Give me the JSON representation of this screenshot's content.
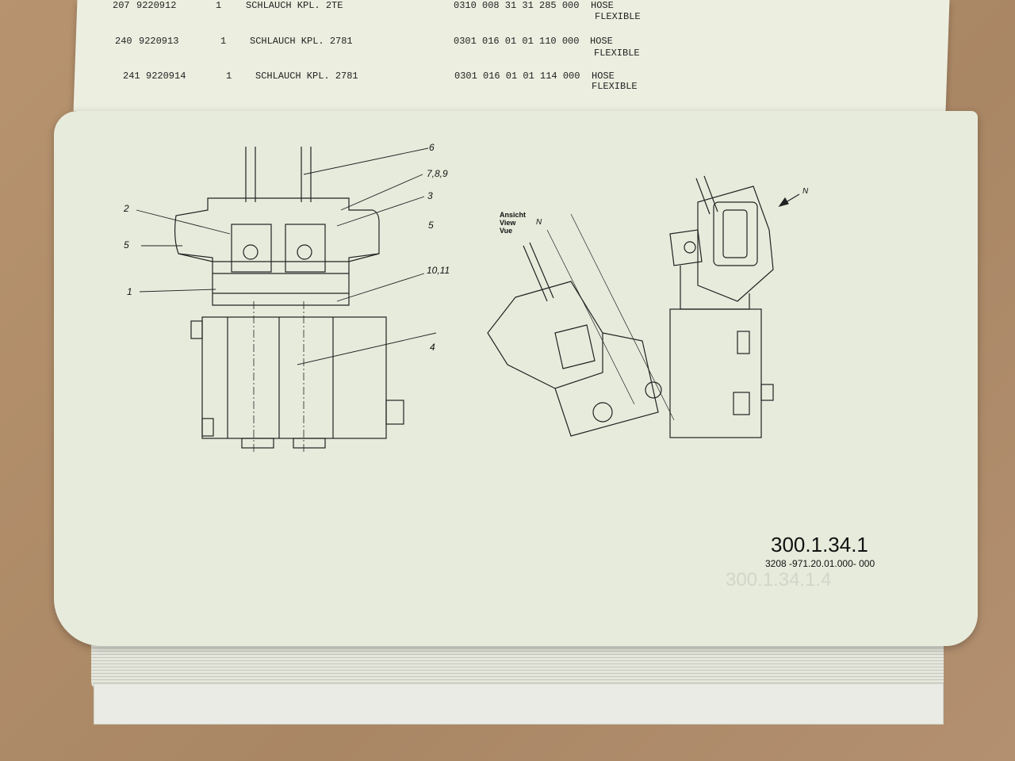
{
  "parts_list": {
    "rows": [
      {
        "pos": "207",
        "part_no": "9220912",
        "qty": "1",
        "description_de": "SCHLAUCH KPL. 2TE",
        "ref_no": "0310 008 31 31 285 000",
        "description_en": "HOSE",
        "description_fr": "FLEXIBLE"
      },
      {
        "pos": "240",
        "part_no": "9220913",
        "qty": "1",
        "description_de": "SCHLAUCH KPL. 2781",
        "ref_no": "0301 016 01 01 110 000",
        "description_en": "HOSE",
        "description_fr": "FLEXIBLE"
      },
      {
        "pos": "241",
        "part_no": "9220914",
        "qty": "1",
        "description_de": "SCHLAUCH KPL. 2781",
        "ref_no": "0301 016 01 01 114 000",
        "description_en": "HOSE",
        "description_fr": "FLEXIBLE"
      }
    ]
  },
  "drawing": {
    "callouts": [
      "6",
      "7,8,9",
      "3",
      "5",
      "2",
      "5",
      "1",
      "10,11",
      "4"
    ],
    "view_label": [
      "Ansicht",
      "View",
      "Vue"
    ],
    "north_labels": [
      "N",
      "N"
    ]
  },
  "sheet": {
    "number": "300.1.34.1",
    "code": "3208 -971.20.01.000- 000",
    "ghost_number": "300.1.34.1.4"
  }
}
